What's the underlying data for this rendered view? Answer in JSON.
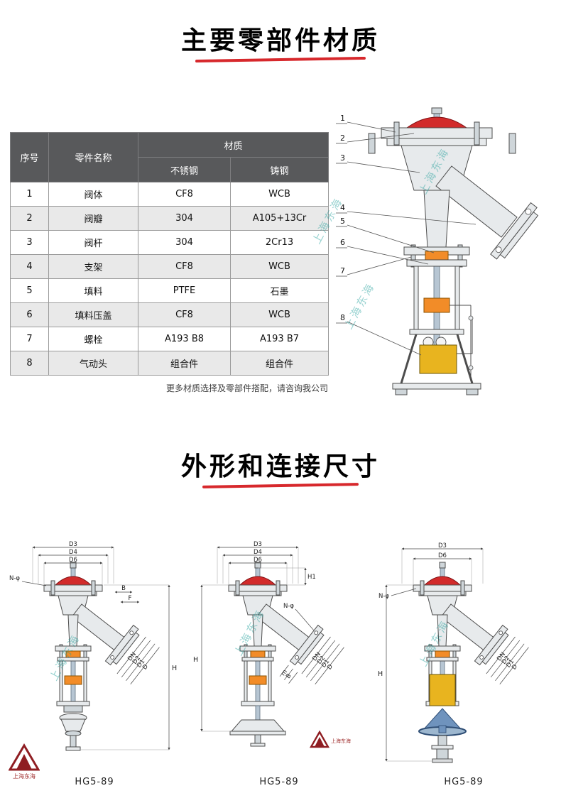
{
  "titles": {
    "materials": "主要零部件材质",
    "dimensions": "外形和连接尺寸"
  },
  "materials_table": {
    "header": {
      "seq": "序号",
      "part": "零件名称",
      "material": "材质",
      "stainless": "不锈钢",
      "cast": "铸钢"
    },
    "rows": [
      {
        "seq": "1",
        "name": "阀体",
        "stainless": "CF8",
        "cast": "WCB"
      },
      {
        "seq": "2",
        "name": "阀瓣",
        "stainless": "304",
        "cast": "A105+13Cr"
      },
      {
        "seq": "3",
        "name": "阀杆",
        "stainless": "304",
        "cast": "2Cr13"
      },
      {
        "seq": "4",
        "name": "支架",
        "stainless": "CF8",
        "cast": "WCB"
      },
      {
        "seq": "5",
        "name": "填料",
        "stainless": "PTFE",
        "cast": "石墨"
      },
      {
        "seq": "6",
        "name": "填料压盖",
        "stainless": "CF8",
        "cast": "WCB"
      },
      {
        "seq": "7",
        "name": "螺栓",
        "stainless": "A193 B8",
        "cast": "A193 B7"
      },
      {
        "seq": "8",
        "name": "气动头",
        "stainless": "组合件",
        "cast": "组合件"
      }
    ],
    "footnote": "更多材质选择及零部件搭配，请咨询我公司"
  },
  "valve_diagram": {
    "callouts": [
      "1",
      "2",
      "3",
      "4",
      "5",
      "6",
      "7",
      "8"
    ]
  },
  "drawings": [
    {
      "caption": "HG5-89",
      "labels": {
        "d3": "D3",
        "d4": "D4",
        "d6": "D6",
        "n_phi": "N-φ",
        "b": "B",
        "f": "F",
        "dn": "DN",
        "d2": "D2",
        "d1": "D1",
        "d": "D",
        "h": "H"
      }
    },
    {
      "caption": "HG5-89",
      "labels": {
        "d3": "D3",
        "d4": "D4",
        "d6": "D6",
        "h1": "H1",
        "n_phi": "N-φ",
        "dn": "DN",
        "d2": "D2",
        "d1": "D1",
        "d": "D",
        "h": "H",
        "m": "m",
        "b": "B"
      }
    },
    {
      "caption": "HG5-89",
      "labels": {
        "d3": "D3",
        "d6": "D6",
        "n_phi": "N-φ",
        "dn": "DN",
        "d2": "D2",
        "d1": "D1",
        "d": "D",
        "h": "H"
      }
    }
  ],
  "watermark": "上海东海",
  "colors": {
    "accent_red": "#d7282c",
    "header_gray": "#58595b",
    "orange_part": "#f28c28",
    "yellow_part": "#e8b41f",
    "watermark_teal": "#1c9e98"
  }
}
